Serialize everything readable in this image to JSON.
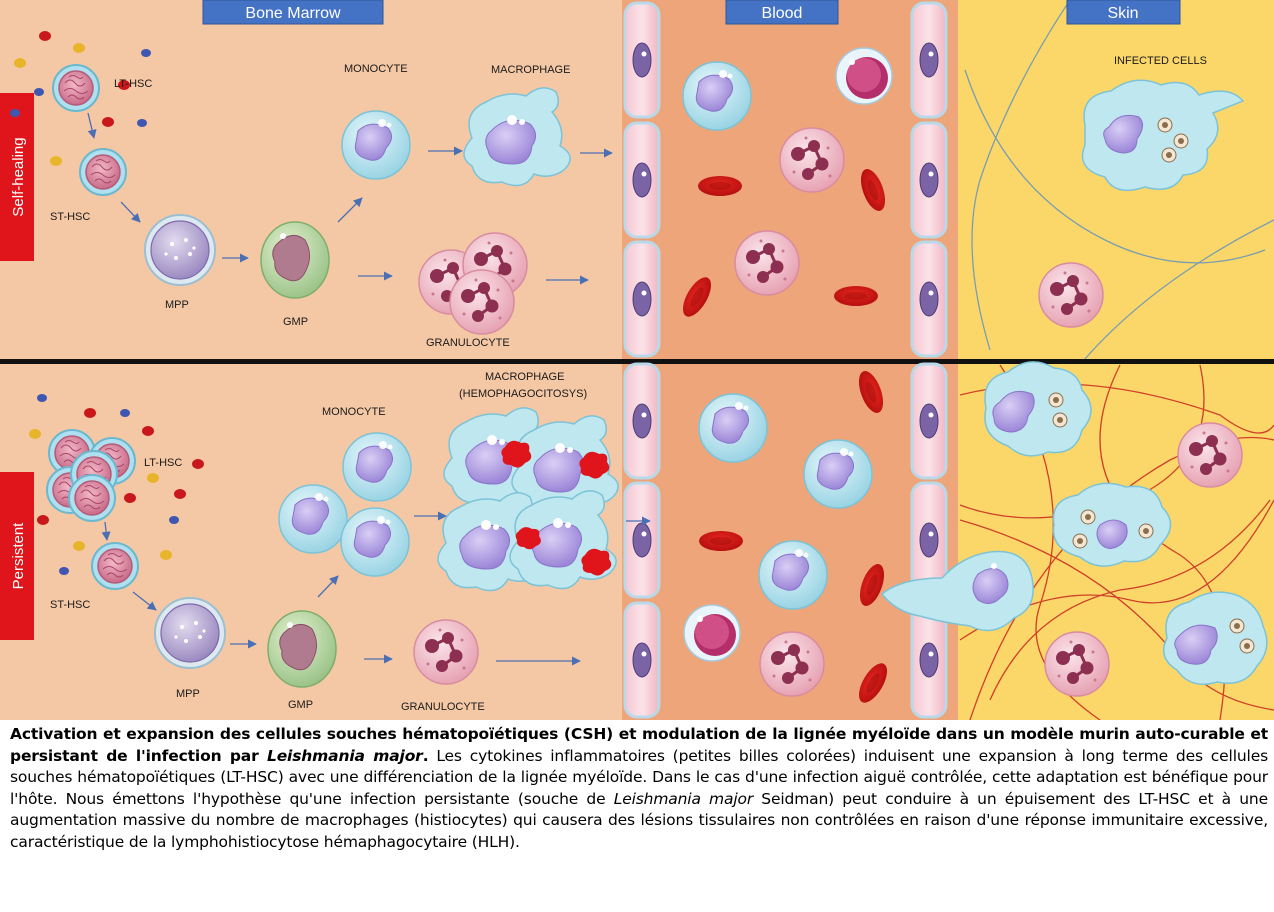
{
  "headers": {
    "bone_marrow": "Bone Marrow",
    "blood": "Blood",
    "skin": "Skin"
  },
  "sides": {
    "top": "Self-healing",
    "bottom": "Persistent"
  },
  "labels_top": {
    "lt_hsc": "LT-HSC",
    "st_hsc": "ST-HSC",
    "mpp": "MPP",
    "gmp": "GMP",
    "monocyte": "MONOCYTE",
    "macrophage": "MACROPHAGE",
    "granulocyte": "GRANULOCYTE",
    "infected": "INFECTED CELLS"
  },
  "labels_bottom": {
    "lt_hsc": "LT-HSC",
    "st_hsc": "ST-HSC",
    "mpp": "MPP",
    "gmp": "GMP",
    "monocyte": "MONOCYTE",
    "macrophage": "MACROPHAGE",
    "macrophage_sub": "(HEMOPHAGOCITOSYS)",
    "granulocyte": "GRANULOCYTE"
  },
  "caption": {
    "title": "Activation et expansion des cellules souches hématopoïétiques (CSH) et modulation de la lignée myéloïde dans un modèle murin auto-curable et persistant de l'infection par ",
    "title_italic": "Leishmania major",
    "title_end": ".",
    "body_1": " Les cytokines inflammatoires (petites billes colorées) induisent une expansion à long terme des cellules souches hématopoïétiques (LT-HSC) avec une différenciation de la lignée myéloïde. Dans le cas d'une infection aiguë contrôlée, cette adaptation est bénéfique pour l'hôte. Nous émettons l'hypothèse qu'une infection persistante (souche de ",
    "body_italic": "Leishmania major",
    "body_2": " Seidman) peut conduire à un épuisement des LT-HSC et à une augmentation massive du nombre de macrophages (histiocytes) qui causera des lésions tissulaires non contrôlées en raison d'une réponse immunitaire excessive, caractéristique de la lymphohistiocytose hémaphagocytaire (HLH)."
  },
  "colors": {
    "bone_marrow_bg": "#f5c8a5",
    "blood_bg": "#eea57a",
    "skin_bg": "#fbd76a",
    "header_bg": "#4472c4",
    "side_bar": "#e0151b",
    "arrow": "#4a6fb5"
  }
}
